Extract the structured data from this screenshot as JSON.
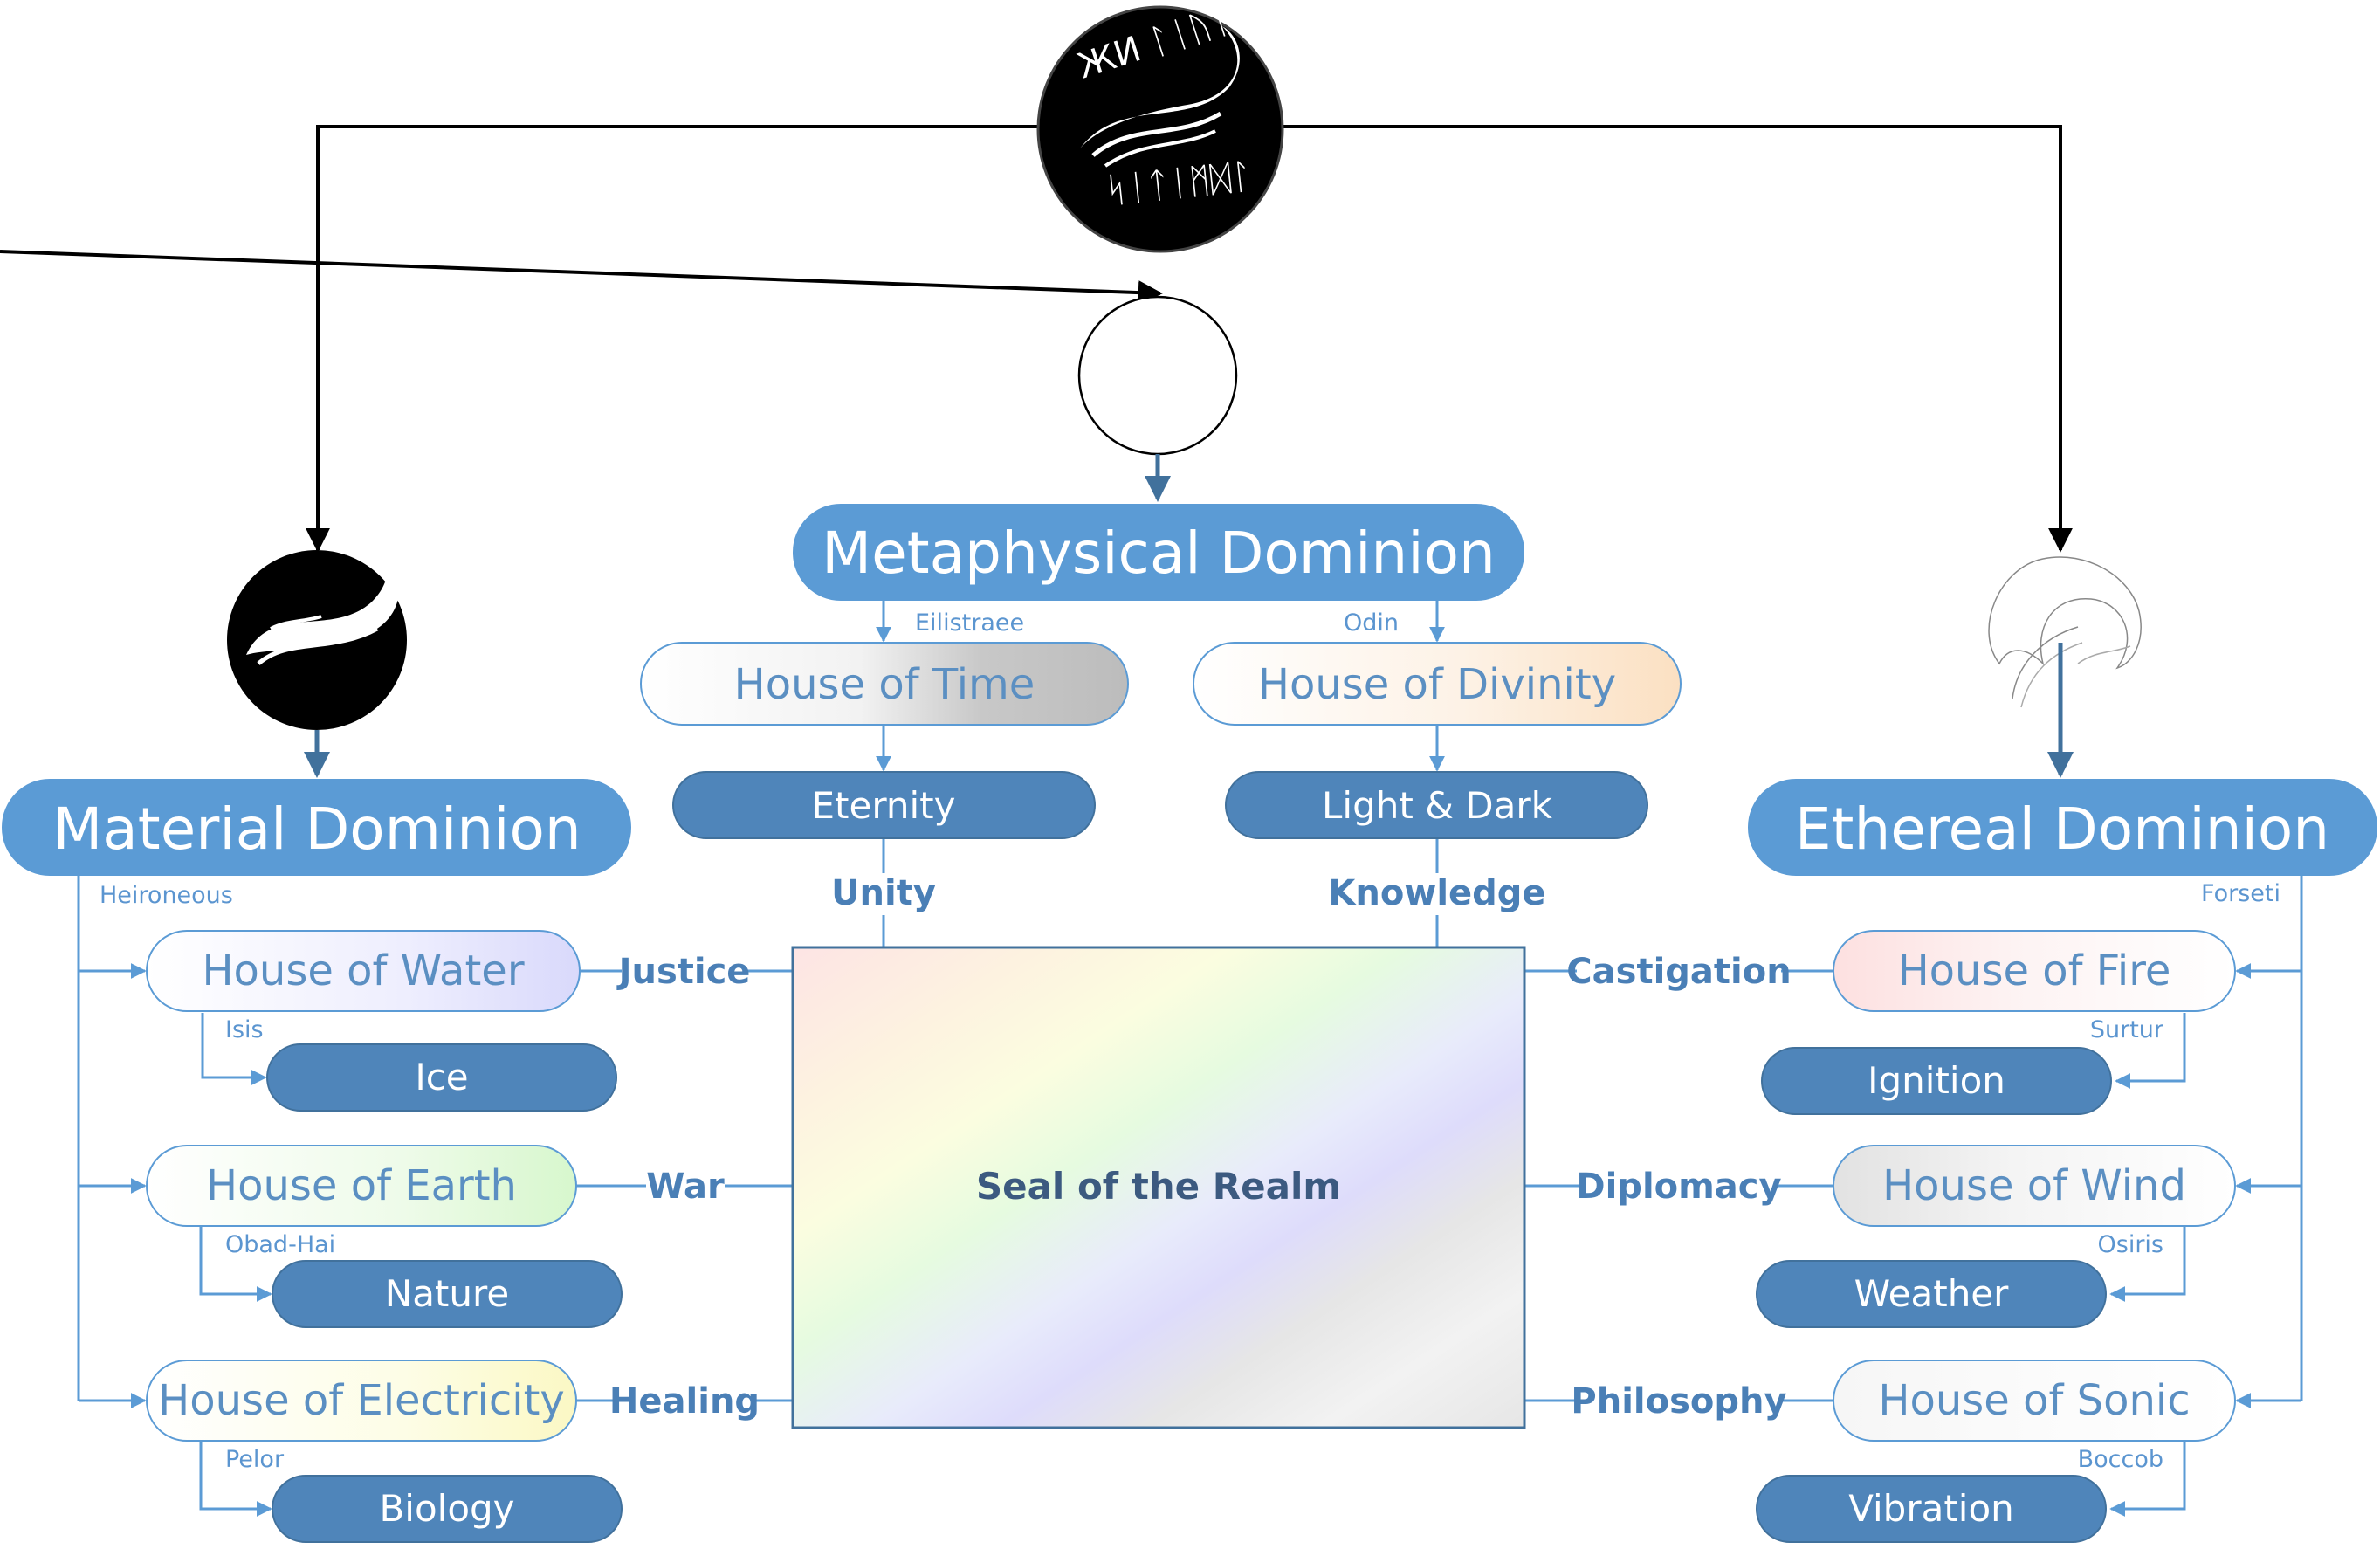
{
  "top_symbol": {
    "rune_top": "ЖИ ᛚᛁᚢᛁᛋᛉᛗᛞ",
    "rune_bottom": "ᛋᛁᛏᛁᛗᛞᛚ"
  },
  "metaphysical": {
    "title": "Metaphysical Dominion",
    "houses": [
      {
        "name": "House of Time",
        "deity": "Eilistraee",
        "sphere": "Eternity",
        "relation": "Unity"
      },
      {
        "name": "House of Divinity",
        "deity": "Odin",
        "sphere": "Light & Dark",
        "relation": "Knowledge"
      }
    ]
  },
  "material": {
    "title": "Material Dominion",
    "deity": "Heironeous",
    "houses": [
      {
        "name": "House of Water",
        "deity": "Isis",
        "sphere": "Ice",
        "relation": "Justice"
      },
      {
        "name": "House of Earth",
        "deity": "Obad-Hai",
        "sphere": "Nature",
        "relation": "War"
      },
      {
        "name": "House of Electricity",
        "deity": "Pelor",
        "sphere": "Biology",
        "relation": "Healing"
      }
    ]
  },
  "ethereal": {
    "title": "Ethereal Dominion",
    "deity": "Forseti",
    "houses": [
      {
        "name": "House of Fire",
        "deity": "Surtur",
        "sphere": "Ignition",
        "relation": "Castigation"
      },
      {
        "name": "House of Wind",
        "deity": "Osiris",
        "sphere": "Weather",
        "relation": "Diplomacy"
      },
      {
        "name": "House of Sonic",
        "deity": "Boccob",
        "sphere": "Vibration",
        "relation": "Philosophy"
      }
    ]
  },
  "seal": {
    "label": "Seal of the Realm"
  },
  "colors": {
    "dominion": "#5b9bd5",
    "sphere": "#4f85ba",
    "connector": "#5b9bd5",
    "house_text": "#5b8fc2",
    "relation_text": "#4a7fb6"
  }
}
